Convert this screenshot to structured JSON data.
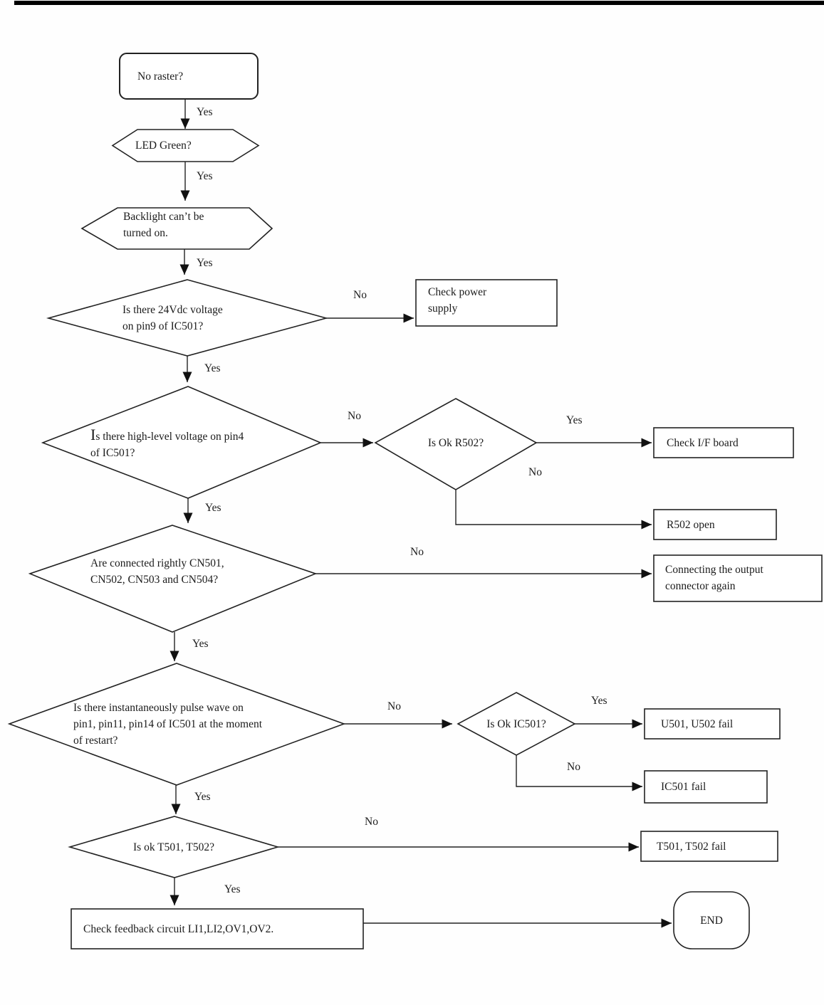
{
  "flowchart": {
    "title_hint": "No raster troubleshooting flowchart",
    "edge_labels": {
      "yes": "Yes",
      "no": "No"
    },
    "nodes": {
      "no_raster": {
        "label": "No raster?"
      },
      "led_green": {
        "label": "LED Green?"
      },
      "backlight": {
        "line1": "Backlight can’t be",
        "line2": "turned on."
      },
      "v24": {
        "line1": "Is there 24Vdc voltage",
        "line2": "on pin9 of IC501?"
      },
      "check_power": {
        "line1": "Check power",
        "line2": "supply"
      },
      "high_level": {
        "line1": "Is there high-level voltage on pin4",
        "line2": "of IC501?"
      },
      "r502": {
        "label": "Is Ok R502?"
      },
      "check_if_board": {
        "label": "Check I/F board"
      },
      "r502_open": {
        "label": "R502 open"
      },
      "connectors_ok": {
        "line1": "Are connected rightly CN501,",
        "line2": "CN502, CN503 and CN504?"
      },
      "reconnect": {
        "line1": "Connecting the output",
        "line2": "connector again"
      },
      "pulse": {
        "line1": "Is there instantaneously pulse wave on",
        "line2": "pin1, pin11, pin14 of IC501 at the moment",
        "line3": "of restart?"
      },
      "ic501": {
        "label": "Is Ok IC501?"
      },
      "u_fail": {
        "label": "U501, U502 fail"
      },
      "ic_fail": {
        "label": "IC501 fail"
      },
      "t_check": {
        "label": "Is ok T501, T502?"
      },
      "t_fail": {
        "label": "T501, T502 fail"
      },
      "feedback": {
        "label": "Check feedback circuit LI1,LI2,OV1,OV2."
      },
      "end": {
        "label": "END"
      }
    }
  }
}
